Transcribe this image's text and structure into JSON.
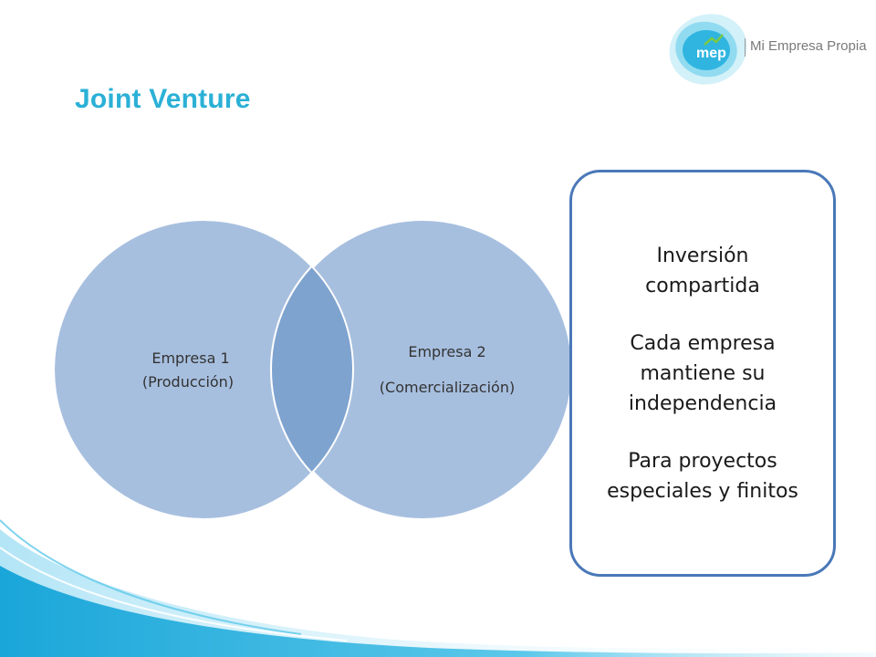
{
  "slide": {
    "title": "Joint Venture"
  },
  "brand": {
    "logo_text": "mep",
    "name": "Mi Empresa Propia"
  },
  "venn": {
    "left_circle": {
      "line1": "Empresa 1",
      "line2": "(Producción)"
    },
    "right_circle": {
      "line1": "Empresa 2",
      "line2": "(Comercialización)"
    }
  },
  "info_box": {
    "item1": "Inversión compartida",
    "item2": "Cada empresa mantiene su independencia",
    "item3": "Para proyectos especiales y finitos"
  },
  "colors": {
    "title": "#2bb0d6",
    "circle_fill": "#a7bfdf",
    "overlap_fill": "#7fa3cf",
    "box_border": "#4a78b8"
  }
}
